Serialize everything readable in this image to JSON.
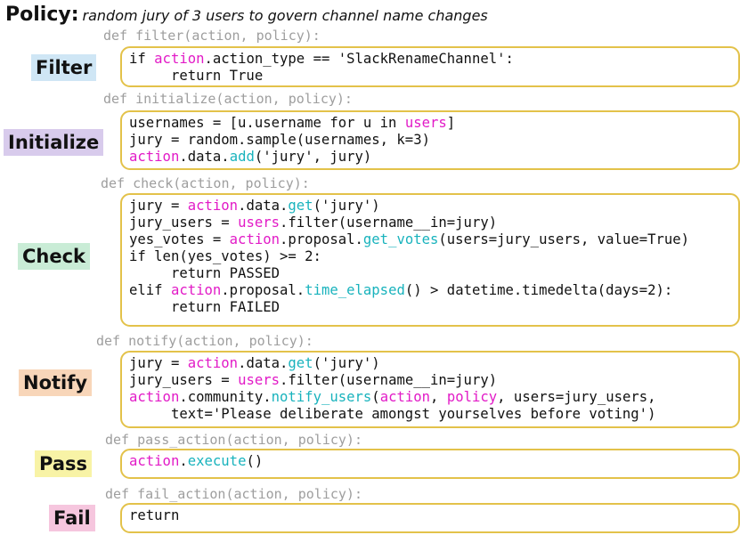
{
  "header": {
    "title": "Policy",
    "colon": ":",
    "subtitle": "random jury of 3 users to govern channel name changes"
  },
  "colors": {
    "box_border": "#e3c24a",
    "object_highlight": "#e21bc7",
    "method_highlight": "#19b3bd",
    "filter_bg": "#cfe6f5",
    "initialize_bg": "#d8cbec",
    "check_bg": "#c9ecd6",
    "notify_bg": "#f8d6b9",
    "pass_bg": "#f8f3a6",
    "fail_bg": "#f6c6de"
  },
  "stages": [
    {
      "label": "Filter",
      "def": "def filter(action, policy):",
      "code": [
        [
          [
            "t",
            "if "
          ],
          [
            "o",
            "action"
          ],
          [
            "t",
            ".action_type == 'SlackRenameChannel':"
          ]
        ],
        [
          [
            "t",
            "     return True"
          ]
        ]
      ]
    },
    {
      "label": "Initialize",
      "def": "def initialize(action, policy):",
      "code": [
        [
          [
            "t",
            "usernames = [u.username for u in "
          ],
          [
            "o",
            "users"
          ],
          [
            "t",
            "]"
          ]
        ],
        [
          [
            "t",
            "jury = random.sample(usernames, k=3)"
          ]
        ],
        [
          [
            "o",
            "action"
          ],
          [
            "t",
            ".data."
          ],
          [
            "f",
            "add"
          ],
          [
            "t",
            "('jury', jury)"
          ]
        ]
      ]
    },
    {
      "label": "Check",
      "def": "def check(action, policy):",
      "code": [
        [
          [
            "t",
            "jury = "
          ],
          [
            "o",
            "action"
          ],
          [
            "t",
            ".data."
          ],
          [
            "f",
            "get"
          ],
          [
            "t",
            "('jury')"
          ]
        ],
        [
          [
            "t",
            "jury_users = "
          ],
          [
            "o",
            "users"
          ],
          [
            "t",
            ".filter(username__in=jury)"
          ]
        ],
        [
          [
            "t",
            "yes_votes = "
          ],
          [
            "o",
            "action"
          ],
          [
            "t",
            ".proposal."
          ],
          [
            "f",
            "get_votes"
          ],
          [
            "t",
            "(users=jury_users, value=True)"
          ]
        ],
        [
          [
            "t",
            "if len(yes_votes) >= 2:"
          ]
        ],
        [
          [
            "t",
            "     return PASSED"
          ]
        ],
        [
          [
            "t",
            "elif "
          ],
          [
            "o",
            "action"
          ],
          [
            "t",
            ".proposal."
          ],
          [
            "f",
            "time_elapsed"
          ],
          [
            "t",
            "() > datetime.timedelta(days=2):"
          ]
        ],
        [
          [
            "t",
            "     return FAILED"
          ]
        ]
      ]
    },
    {
      "label": "Notify",
      "def": "def notify(action, policy):",
      "code": [
        [
          [
            "t",
            "jury = "
          ],
          [
            "o",
            "action"
          ],
          [
            "t",
            ".data."
          ],
          [
            "f",
            "get"
          ],
          [
            "t",
            "('jury')"
          ]
        ],
        [
          [
            "t",
            "jury_users = "
          ],
          [
            "o",
            "users"
          ],
          [
            "t",
            ".filter(username__in=jury)"
          ]
        ],
        [
          [
            "o",
            "action"
          ],
          [
            "t",
            ".community."
          ],
          [
            "f",
            "notify_users"
          ],
          [
            "t",
            "("
          ],
          [
            "o",
            "action"
          ],
          [
            "t",
            ", "
          ],
          [
            "o",
            "policy"
          ],
          [
            "t",
            ", users=jury_users,"
          ]
        ],
        [
          [
            "t",
            "     text='Please deliberate amongst yourselves before voting')"
          ]
        ]
      ]
    },
    {
      "label": "Pass",
      "def": "def pass_action(action, policy):",
      "code": [
        [
          [
            "o",
            "action"
          ],
          [
            "t",
            "."
          ],
          [
            "f",
            "execute"
          ],
          [
            "t",
            "()"
          ]
        ]
      ]
    },
    {
      "label": "Fail",
      "def": "def fail_action(action, policy):",
      "code": [
        [
          [
            "t",
            "return"
          ]
        ]
      ]
    }
  ]
}
